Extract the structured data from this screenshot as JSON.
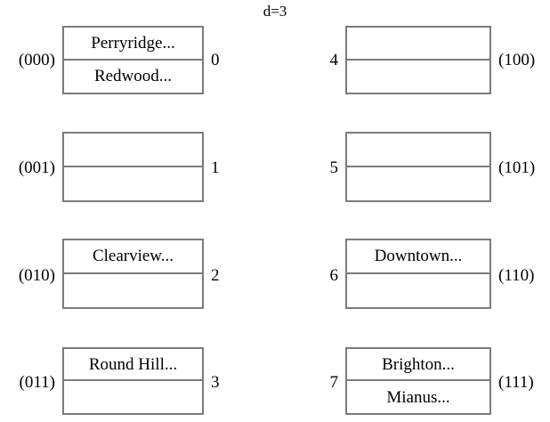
{
  "diagram": {
    "title": "d=3",
    "type": "hash-index-bucket-diagram",
    "bucket_border_color": "#7b7b7b",
    "background_color": "#ffffff",
    "text_color": "#000000"
  },
  "buckets": [
    {
      "index": "0",
      "binary": "(000)",
      "binary_side": "left",
      "index_side": "right",
      "column": "left",
      "row": 1,
      "slots": [
        "Perryridge...",
        "Redwood..."
      ]
    },
    {
      "index": "4",
      "binary": "(100)",
      "binary_side": "right",
      "index_side": "left",
      "column": "right",
      "row": 1,
      "slots": [
        "",
        ""
      ]
    },
    {
      "index": "1",
      "binary": "(001)",
      "binary_side": "left",
      "index_side": "right",
      "column": "left",
      "row": 2,
      "slots": [
        "",
        ""
      ]
    },
    {
      "index": "5",
      "binary": "(101)",
      "binary_side": "right",
      "index_side": "left",
      "column": "right",
      "row": 2,
      "slots": [
        "",
        ""
      ]
    },
    {
      "index": "2",
      "binary": "(010)",
      "binary_side": "left",
      "index_side": "right",
      "column": "left",
      "row": 3,
      "slots": [
        "Clearview...",
        ""
      ]
    },
    {
      "index": "6",
      "binary": "(110)",
      "binary_side": "right",
      "index_side": "left",
      "column": "right",
      "row": 3,
      "slots": [
        "Downtown...",
        ""
      ]
    },
    {
      "index": "3",
      "binary": "(011)",
      "binary_side": "left",
      "index_side": "right",
      "column": "left",
      "row": 4,
      "slots": [
        "Round Hill...",
        ""
      ]
    },
    {
      "index": "7",
      "binary": "(111)",
      "binary_side": "right",
      "index_side": "left",
      "column": "right",
      "row": 4,
      "slots": [
        "Brighton...",
        "Mianus..."
      ]
    }
  ]
}
